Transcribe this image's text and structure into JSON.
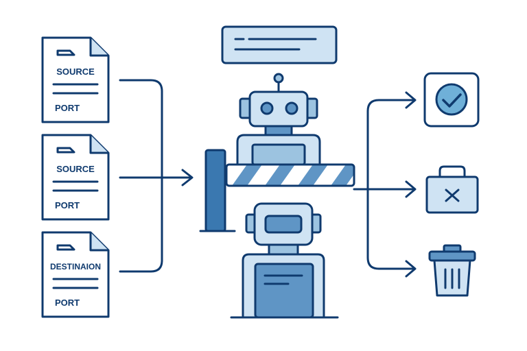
{
  "colors": {
    "ink": "#0f3a6e",
    "light_blue": "#cfe3f3",
    "mid_blue": "#9cc3e0",
    "steel_blue": "#5f95c5",
    "dark_post": "#3a78b0",
    "accept_check": "#6fb0d8",
    "background": "#ffffff"
  },
  "documents": [
    {
      "top_label": "SOURCE",
      "bottom_label": "PORT"
    },
    {
      "top_label": "SOURCE",
      "bottom_label": "PORT"
    },
    {
      "top_label": "DESTINAION",
      "bottom_label": "PORT"
    }
  ],
  "outcomes": [
    {
      "icon": "accept-check-icon"
    },
    {
      "icon": "reject-x-bag-icon"
    },
    {
      "icon": "trash-bin-icon"
    }
  ],
  "elements": {
    "rule_banner": "rule-banner",
    "gate_robot": "robot-gatekeeper",
    "barrier": "barrier-gate",
    "rear_robot": "robot-rear"
  }
}
